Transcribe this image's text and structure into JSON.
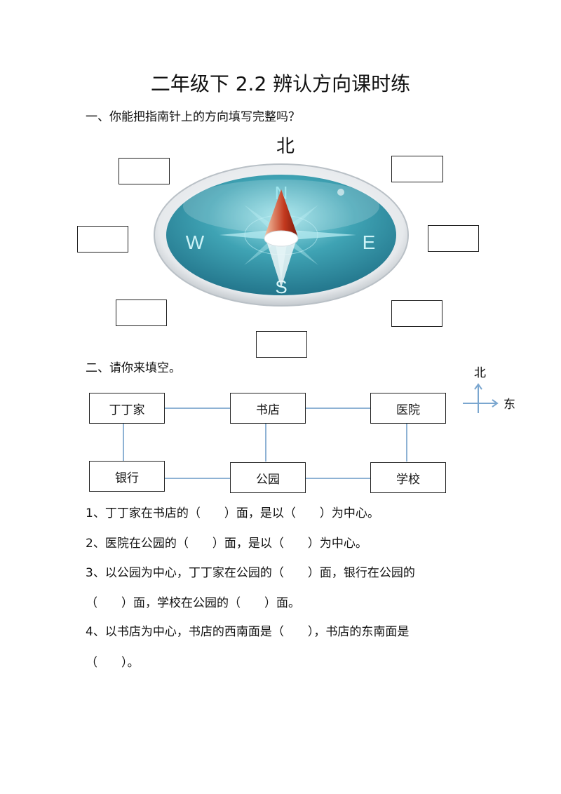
{
  "title": "二年级下 2.2 辨认方向课时练",
  "section1": {
    "question": "一、你能把指南针上的方向填写完整吗？",
    "north_label": "北",
    "compass_letters": {
      "n": "N",
      "s": "S",
      "e": "E",
      "w": "W"
    }
  },
  "section2": {
    "question": "二、请你来填空。",
    "map": {
      "places": [
        "丁丁家",
        "书店",
        "医院",
        "银行",
        "公园",
        "学校"
      ],
      "axis_north": "北",
      "axis_east": "东"
    },
    "items": [
      "1、丁丁家在书店的（　　）面，是以（　　）为中心。",
      "2、医院在公园的（　　）面，是以（　　）为中心。",
      "3、以公园为中心，丁丁家在公园的（　　）面，银行在公园的",
      "（　　）面，学校在公园的（　　）面。",
      "4、以书店为中心，书店的西南面是（　　），书店的东南面是",
      "（　　）。"
    ]
  }
}
